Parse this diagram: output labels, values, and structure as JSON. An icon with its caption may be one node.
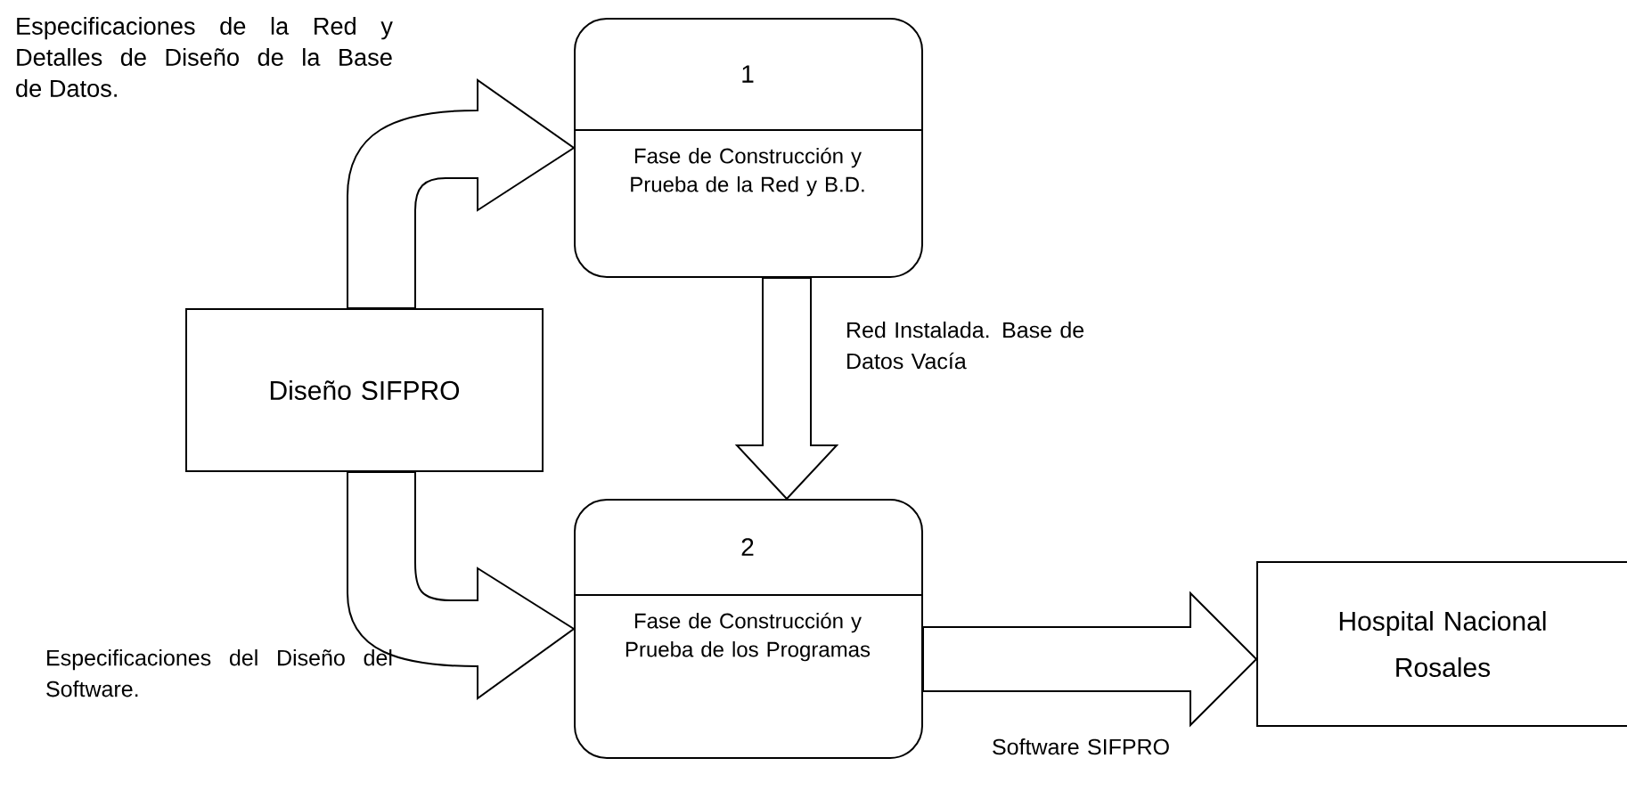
{
  "diagram": {
    "nodes": [
      {
        "text": [
          "Diseño SIFPRO"
        ]
      },
      {
        "text": [
          "1",
          "Fase de Construcción y Prueba de la Red y B.D."
        ]
      },
      {
        "text": [
          "2",
          "Fase de Construcción y Prueba de los Programas"
        ]
      },
      {
        "text": [
          "Hospital Nacional Rosales"
        ]
      }
    ],
    "edges": [
      {
        "from": 0,
        "to": 1,
        "arrow": "to",
        "label": "Especificaciones de la Red y Detalles de Diseño de la Base de Datos."
      },
      {
        "from": 1,
        "to": 2,
        "arrow": "to",
        "label": "Red Instalada. Base de Datos Vacía"
      },
      {
        "from": 0,
        "to": 2,
        "arrow": "to",
        "label": "Especificaciones del Diseño del Software."
      },
      {
        "from": 2,
        "to": 3,
        "arrow": "to",
        "label": "Software SIFPRO"
      }
    ]
  }
}
